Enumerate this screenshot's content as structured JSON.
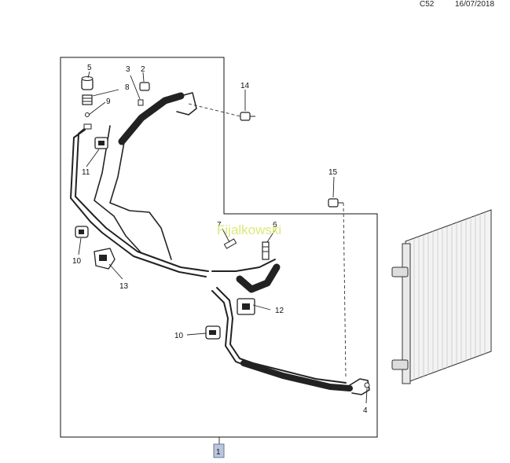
{
  "header": {
    "code": "C52",
    "date": "16/07/2018"
  },
  "watermark": "Fijalkowski",
  "callouts": [
    "1",
    "2",
    "3",
    "4",
    "5",
    "6",
    "7",
    "8",
    "9",
    "10",
    "10",
    "11",
    "12",
    "13",
    "14",
    "15"
  ],
  "colors": {
    "highlight": "#b9c6dc",
    "watermark": "#d9e66a",
    "line": "#222222"
  }
}
